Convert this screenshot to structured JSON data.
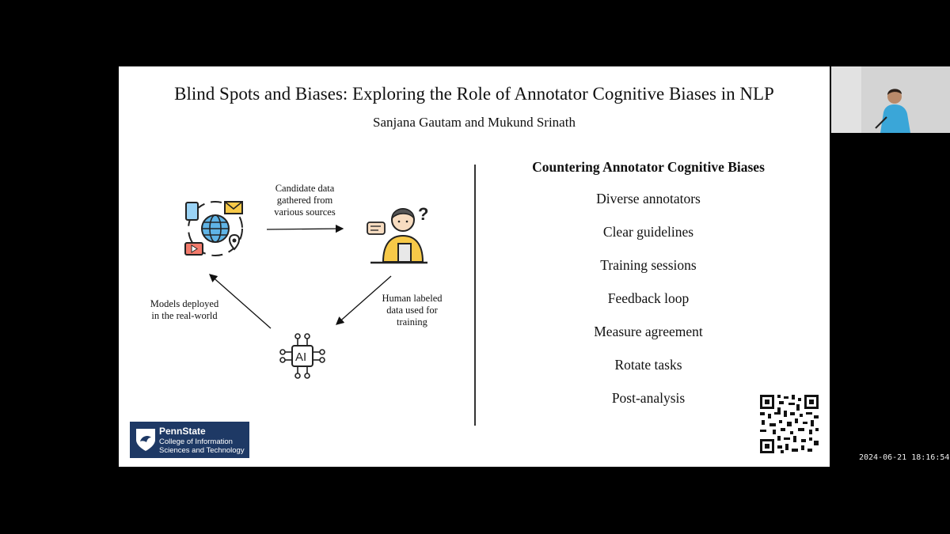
{
  "slide": {
    "title": "Blind Spots and Biases: Exploring the Role of Annotator Cognitive Biases in NLP",
    "authors": "Sanjana Gautam and Mukund Srinath"
  },
  "flow": {
    "caption_top": [
      "Candidate data",
      "gathered from",
      "various sources"
    ],
    "caption_right": [
      "Human labeled",
      "data used for",
      "training"
    ],
    "caption_left": [
      "Models deployed",
      "in the real-world"
    ],
    "icons": [
      "globe-devices-icon",
      "annotator-person-icon",
      "ai-chip-icon"
    ]
  },
  "right": {
    "title": "Countering Annotator Cognitive Biases",
    "bullets": [
      "Diverse annotators",
      "Clear guidelines",
      "Training sessions",
      "Feedback loop",
      "Measure agreement",
      "Rotate tasks",
      "Post-analysis"
    ]
  },
  "logo": {
    "name": "PennState",
    "line1": "College of Information",
    "line2": "Sciences and Technology"
  },
  "timestamp": "2024-06-21  18:16:54",
  "colors": {
    "logo_bg": "#1e3965",
    "globe": "#5fb4e6",
    "person_shirt": "#f7c948",
    "background": "#000000"
  }
}
